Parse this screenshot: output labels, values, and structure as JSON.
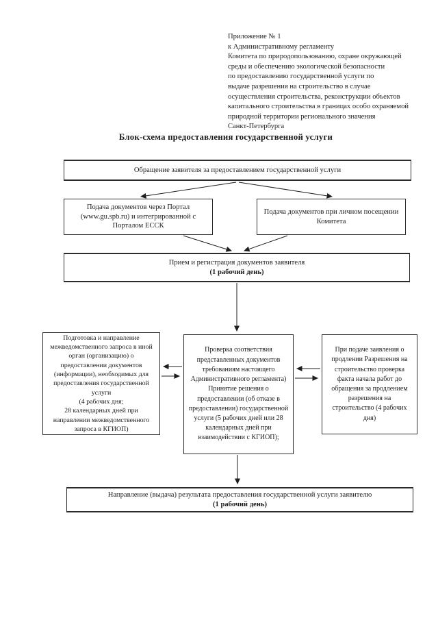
{
  "header": {
    "lines": [
      "Приложение № 1",
      "к Административному регламенту",
      "Комитета по природопользованию, охране окружающей",
      "среды и обеспечению экологической безопасности",
      "по предоставлению государственной услуги по",
      "выдаче разрешения на строительство в случае",
      "осуществления строительства, реконструкции объектов",
      "капитального строительства в границах особо охраняемой",
      "природной территории регионального значения",
      "Санкт-Петербурга"
    ]
  },
  "title": "Блок-схема предоставления государственной услуги",
  "flowchart": {
    "request": {
      "text": "Обращение заявителя за предоставлением государственной услуги"
    },
    "portal": {
      "text": "Подача документов через Портал (www.gu.spb.ru) и интегрированной с Порталом ЕССК"
    },
    "in_person": {
      "text": "Подача документов при личном посещении Комитета"
    },
    "reception": {
      "text": "Прием и регистрация документов заявителя",
      "duration": "(1 рабочий день)"
    },
    "interagency": {
      "text": "Подготовка и направление межведомственного запроса в иной орган (организацию) о предоставлении документов (информации), необходимых для предоставления государственной услуги\n(4 рабочих дня;\n28 календарных дней при направлении межведомственного запроса в КГИОП)"
    },
    "review": {
      "text": "Проверка соответствия представленных документов требованиям настоящего Административного регламента)\nПринятие решения о предоставлении (об отказе в предоставлении) государственной услуги (5 рабочих дней или 28 календарных дней при взаимодействии с КГИОП);"
    },
    "extension": {
      "text": "При подаче заявления о продлении Разрешения на строительство проверка факта начала работ до обращения за продлением разрешения на строительство (4 рабочих дня)"
    },
    "result": {
      "text": "Направление (выдача) результата предоставления государственной услуги заявителю",
      "duration": "(1 рабочий день)"
    }
  },
  "colors": {
    "ink": "#1e1e1e",
    "paper": "#ffffff"
  }
}
